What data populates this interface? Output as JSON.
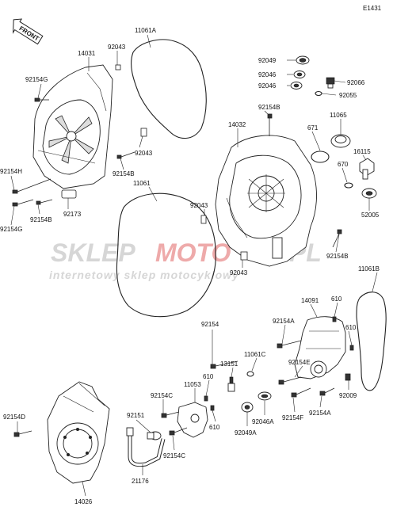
{
  "diagram_code": "E1431",
  "front_label": "FRONT",
  "watermark": {
    "brand_gray": "SKLEP",
    "brand_red": "MOTO",
    "brand_gray2": ".PL",
    "tagline": "internetowy sklep motocyklowy"
  },
  "colors": {
    "ink": "#222222",
    "watermark_gray": "#c8c8c8",
    "watermark_red": "#e89a9a"
  },
  "labels": {
    "p11061A": "11061A",
    "p14031": "14031",
    "p92043a": "92043",
    "p92154G_a": "92154G",
    "p92043b": "92043",
    "p92154B_a": "92154B",
    "p92154H": "92154H",
    "p92154B_b": "92154B",
    "p92173": "92173",
    "p92154G_b": "92154G",
    "p11061": "11061",
    "p92043c": "92043",
    "p92043d": "92043",
    "p92049": "92049",
    "p92046a": "92046",
    "p92046b": "92046",
    "p92066": "92066",
    "p92055": "92055",
    "p92154B_c": "92154B",
    "p14032": "14032",
    "p671": "671",
    "p11065": "11065",
    "p16115": "16115",
    "p670": "670",
    "p52005": "52005",
    "p92154B_d": "92154B",
    "p11061B": "11061B",
    "p14091": "14091",
    "p610a": "610",
    "p610b": "610",
    "p92154": "92154",
    "p92154A_a": "92154A",
    "p11061C": "11061C",
    "p92154E": "92154E",
    "p13151": "13151",
    "p11053": "11053",
    "p610c": "610",
    "p92154C_a": "92154C",
    "p92009": "92009",
    "p92154F": "92154F",
    "p92154A_b": "92154A",
    "p92046A": "92046A",
    "p92049A": "92049A",
    "p92151": "92151",
    "p610d": "610",
    "p92154C_b": "92154C",
    "p92154D": "92154D",
    "p21176": "21176",
    "p14026": "14026"
  }
}
